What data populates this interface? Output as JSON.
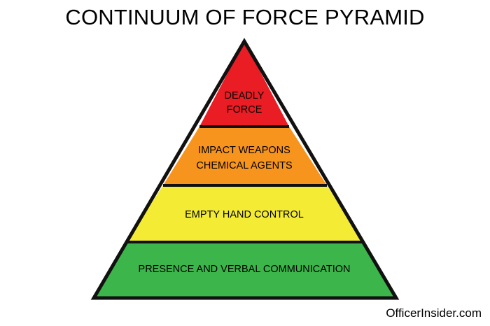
{
  "title": "CONTINUUM OF FORCE PYRAMID",
  "tiers": [
    {
      "lines": [
        "DEADLY",
        "FORCE"
      ],
      "color": "#ea1c24"
    },
    {
      "lines": [
        "IMPACT WEAPONS",
        "CHEMICAL AGENTS"
      ],
      "color": "#f7941d"
    },
    {
      "lines": [
        "EMPTY HAND CONTROL"
      ],
      "color": "#f4ec34"
    },
    {
      "lines": [
        "PRESENCE AND VERBAL COMMUNICATION"
      ],
      "color": "#3cb54a"
    }
  ],
  "outline_color": "#111111",
  "watermark": "OfficerInsider.com"
}
